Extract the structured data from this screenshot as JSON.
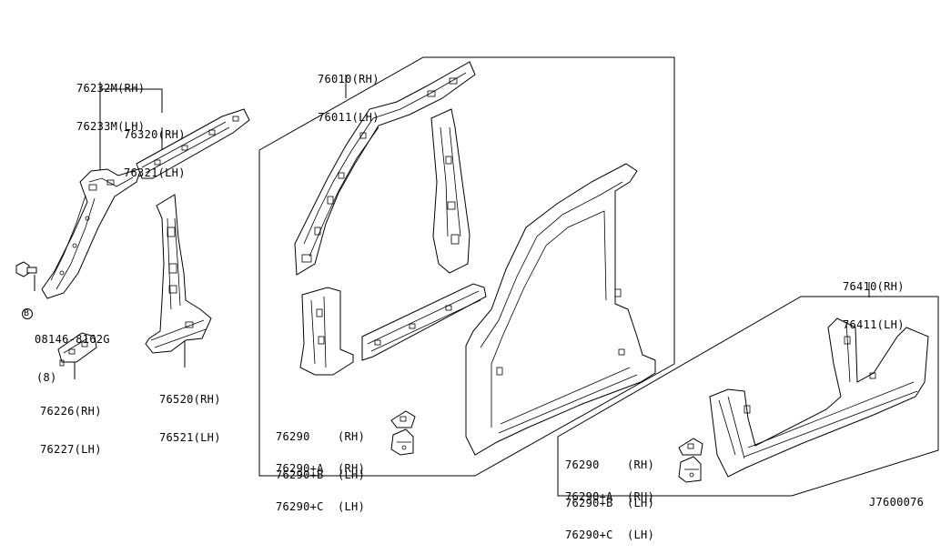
{
  "diagram_id": "J7600076",
  "labels": {
    "l76232": {
      "line1": "76232M(RH)",
      "line2": "76233M(LH)"
    },
    "l76320": {
      "line1": "76320(RH)",
      "line2": "76321(LH)"
    },
    "l76010": {
      "line1": "76010(RH)",
      "line2": "76011(LH)"
    },
    "l76520": {
      "line1": "76520(RH)",
      "line2": "76521(LH)"
    },
    "l76226": {
      "line1": "76226(RH)",
      "line2": "76227(LH)"
    },
    "lbolt": {
      "code": "08146-8162G",
      "qty": "(8)",
      "badge": "B"
    },
    "l76410": {
      "line1": "76410(RH)",
      "line2": "76411(LH)"
    },
    "lg1": {
      "r1a": "76290",
      "r1b": "(RH)",
      "r2a": "76290+B",
      "r2b": "(LH)",
      "r3a": "76290+A",
      "r3b": "(RH)",
      "r4a": "76290+C",
      "r4b": "(LH)"
    },
    "lg2": {
      "r1a": "76290",
      "r1b": "(RH)",
      "r2a": "76290+B",
      "r2b": "(LH)",
      "r3a": "76290+A",
      "r3b": "(RH)",
      "r4a": "76290+C",
      "r4b": "(LH)"
    }
  }
}
